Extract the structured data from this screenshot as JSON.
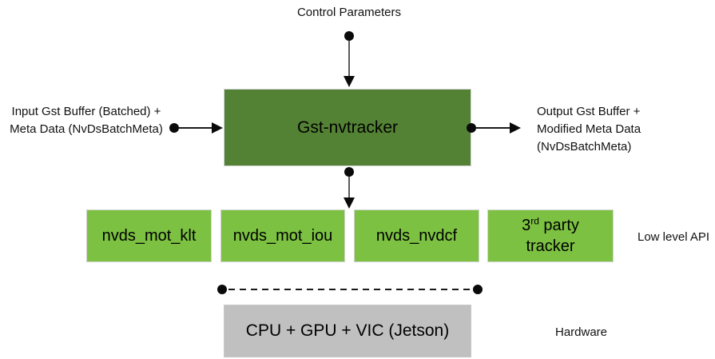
{
  "colors": {
    "main_box_green": "#548235",
    "tracker_box_green": "#7CC142",
    "hardware_box_gray": "#C0C0C0",
    "text": "#000000"
  },
  "top_label": "Control Parameters",
  "left_label": {
    "line1": "Input Gst Buffer (Batched) +",
    "line2": "Meta Data (NvDsBatchMeta)"
  },
  "right_label": {
    "line1": "Output Gst Buffer +",
    "line2": "Modified Meta Data",
    "line3": "(NvDsBatchMeta)"
  },
  "main_box": {
    "label": "Gst-nvtracker"
  },
  "tracker_boxes": [
    {
      "label": "nvds_mot_klt"
    },
    {
      "label": "nvds_mot_iou"
    },
    {
      "label": "nvds_nvdcf"
    },
    {
      "base": "3",
      "sup": "rd",
      "rest": " party",
      "line2": "tracker"
    }
  ],
  "low_level_api_label": "Low level API",
  "hardware_box": {
    "label": "CPU + GPU + VIC (Jetson)"
  },
  "hardware_label": "Hardware"
}
